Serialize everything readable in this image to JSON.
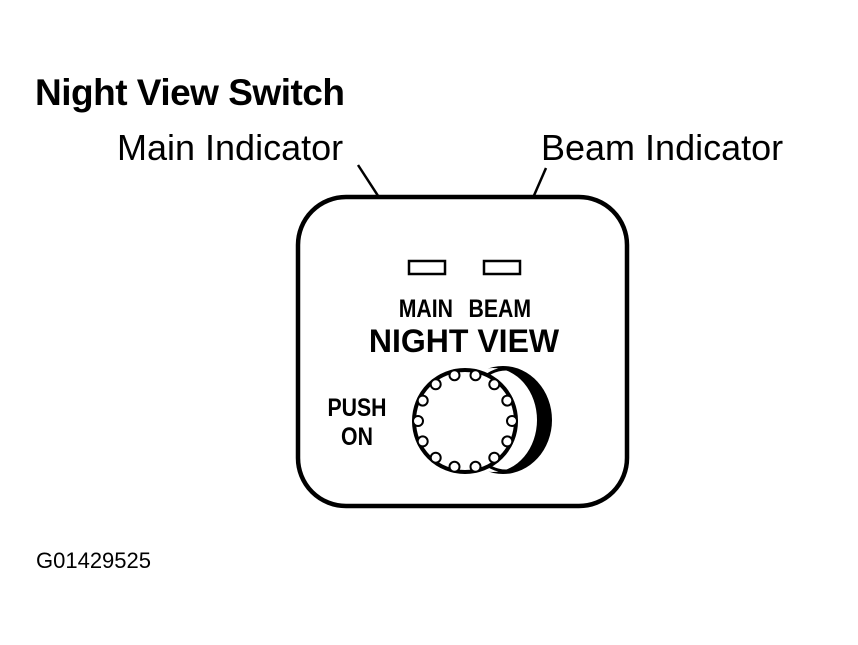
{
  "title": "Night View Switch",
  "callouts": {
    "main_indicator": "Main Indicator",
    "beam_indicator": "Beam Indicator"
  },
  "switch_panel": {
    "main_label": "MAIN",
    "beam_label": "BEAM",
    "name": "NIGHT VIEW",
    "push_label": "PUSH",
    "on_label": "ON"
  },
  "figure_id": "G01429525"
}
